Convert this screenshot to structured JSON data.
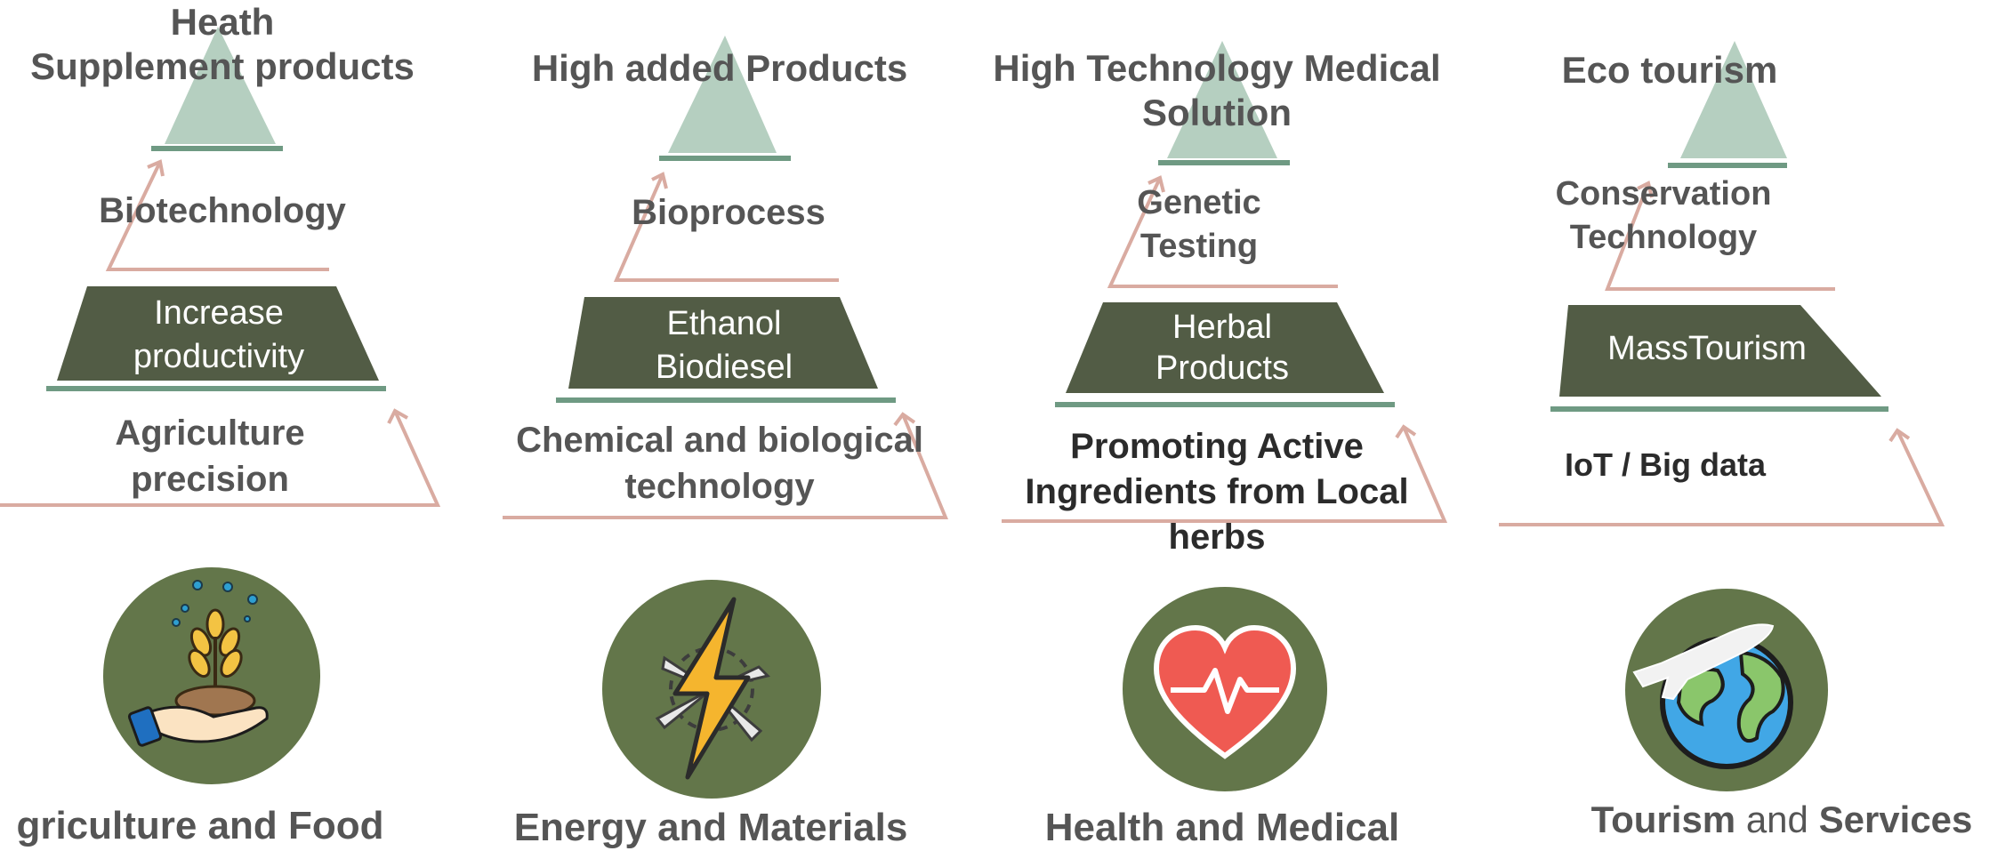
{
  "colors": {
    "triangle": "#b5cfc0",
    "tier_dark": "#525c45",
    "line": "#6f9a83",
    "arrow": "#d9aba1",
    "circle": "#63764a",
    "text": "#555555"
  },
  "columns": [
    {
      "top": "Heath\nSupplement products",
      "second": "Biotechnology",
      "middle": "Increase\nproductivity",
      "bottom": "Agriculture\nprecision",
      "sector": "griculture and Food",
      "icon": "wheat-hand-icon"
    },
    {
      "top": "High added Products",
      "second": "Bioprocess",
      "middle": "Ethanol\nBiodiesel",
      "bottom": "Chemical and biological\ntechnology",
      "sector": "Energy and Materials",
      "icon": "lightning-turbine-icon"
    },
    {
      "top": "High Technology Medical\nSolution",
      "second": "Genetic\nTesting",
      "middle": "Herbal\nProducts",
      "bottom": "Promoting Active\nIngredients from Local\nherbs",
      "sector": "Health and Medical",
      "icon": "heart-pulse-icon"
    },
    {
      "top": "Eco tourism",
      "second": "Conservation\nTechnology",
      "middle": "MassTourism",
      "bottom": "IoT / Big data",
      "sector_a": "Tourism",
      "sector_and": "and",
      "sector_b": "Services",
      "icon": "globe-plane-icon"
    }
  ]
}
